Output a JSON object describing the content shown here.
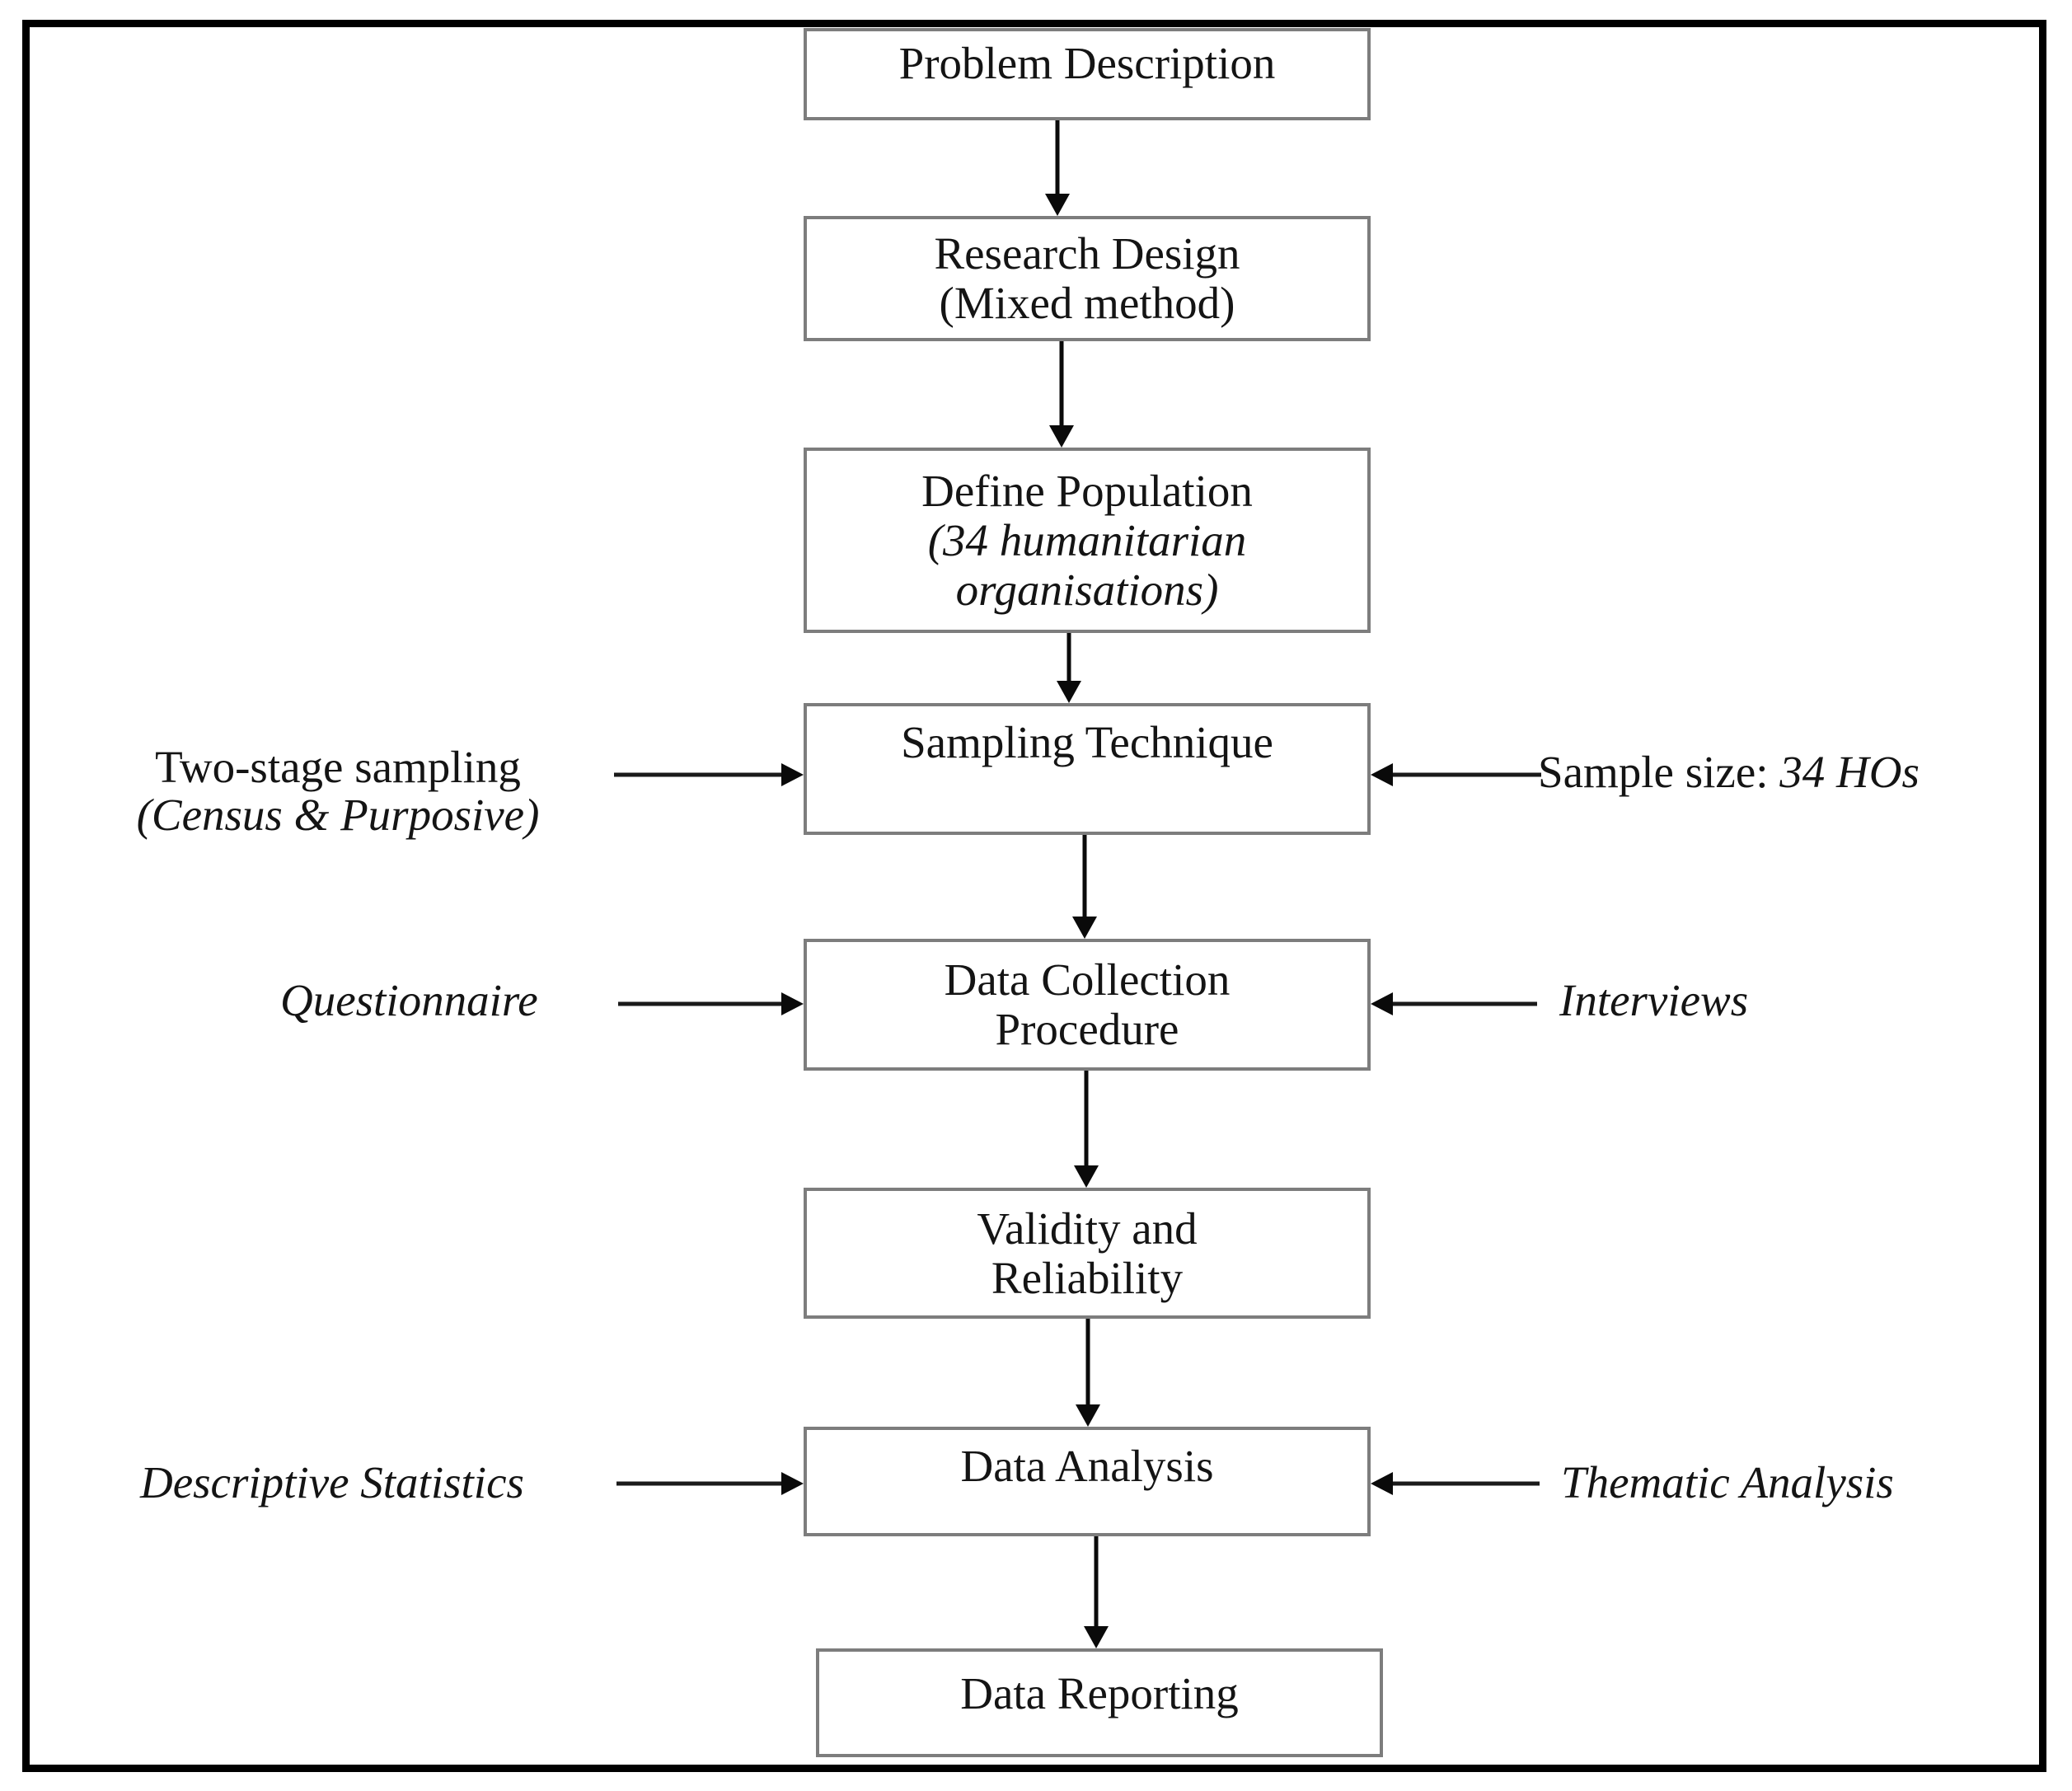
{
  "boxes": {
    "problem_description": {
      "lines": [
        "Problem Description"
      ]
    },
    "research_design": {
      "lines": [
        "Research Design",
        "(Mixed method)"
      ]
    },
    "define_population": {
      "line1": "Define Population",
      "line2": "(34 humanitarian",
      "line3": "organisations)"
    },
    "sampling_technique": {
      "lines": [
        "Sampling Technique"
      ]
    },
    "data_collection_procedure": {
      "lines": [
        "Data Collection",
        "Procedure"
      ]
    },
    "validity_reliability": {
      "lines": [
        "Validity and",
        "Reliability"
      ]
    },
    "data_analysis": {
      "lines": [
        "Data Analysis"
      ]
    },
    "data_reporting": {
      "lines": [
        "Data Reporting"
      ]
    }
  },
  "annotations": {
    "two_stage_sampling": {
      "line1": "Two-stage sampling",
      "line2": "(Census & Purposive)"
    },
    "sample_size": {
      "prefix": "Sample size: ",
      "value": "34 HOs"
    },
    "questionnaire": "Questionnaire",
    "interviews": "Interviews",
    "descriptive_statistics": "Descriptive Statistics",
    "thematic_analysis": "Thematic Analysis"
  },
  "colors": {
    "frame": "#000000",
    "box_border": "#7d7d7d",
    "arrow": "#0a0a0a",
    "text": "#141414"
  }
}
